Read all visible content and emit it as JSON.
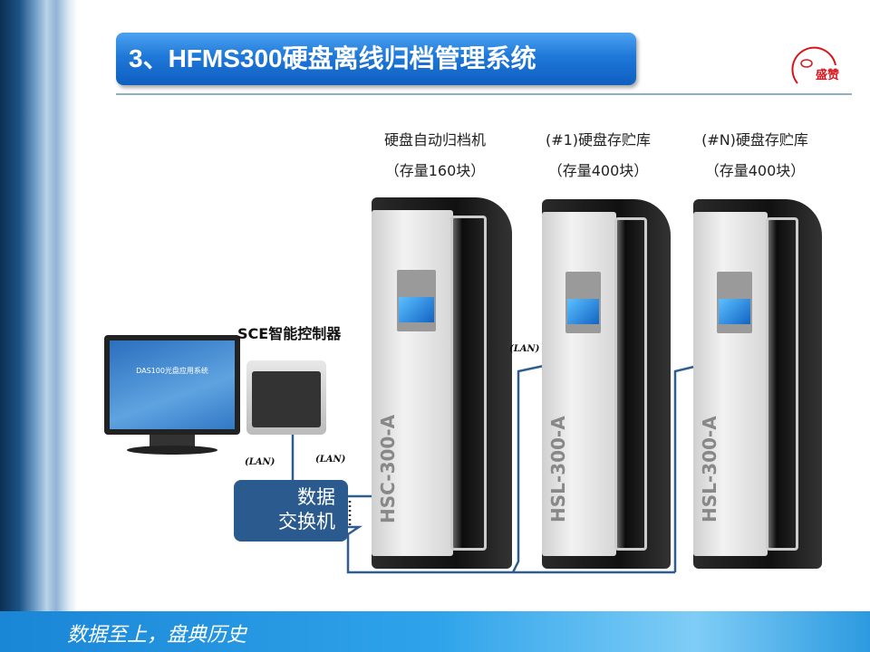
{
  "title": "3、HFMS300硬盘离线归档管理系统",
  "logo_text": "盛赞",
  "cabinets": [
    {
      "name": "硬盘自动归档机",
      "capacity": "（存量160块）",
      "model": "HSC-300-A"
    },
    {
      "name": "(#1)硬盘存贮库",
      "capacity": "（存量400块）",
      "model": "HSL-300-A"
    },
    {
      "name": "(#N)硬盘存贮库",
      "capacity": "（存量400块）",
      "model": "HSL-300-A"
    }
  ],
  "controller_label": "SCE智能控制器",
  "monitor_screen_text": "DAS100光盘应用系统",
  "lan_label": "(LAN)",
  "switch": {
    "line1": "数据",
    "line2": "交换机"
  },
  "footer_slogan": "数据至上，盘典历史",
  "colors": {
    "title_blue": "#1f78d8",
    "switch_blue": "#2b5a8e",
    "line_blue": "#2f5d90",
    "logo_red": "#d8141c"
  }
}
